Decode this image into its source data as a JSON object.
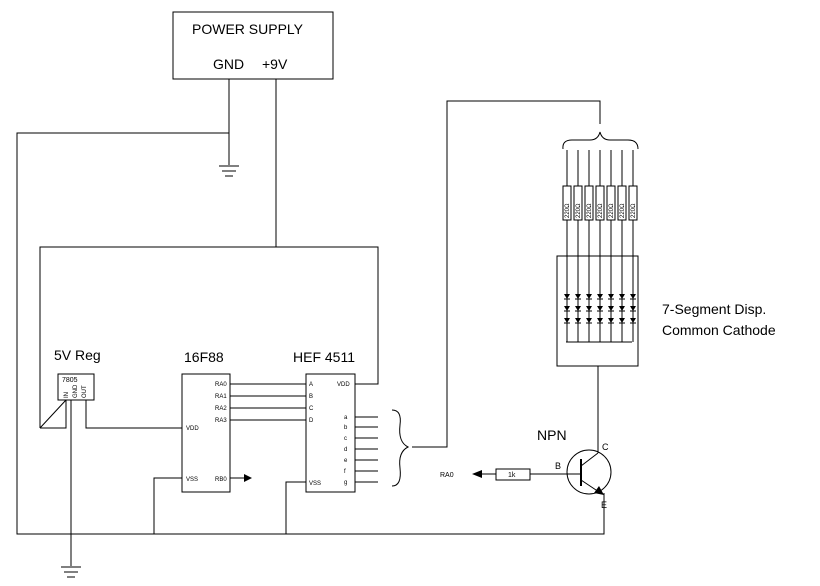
{
  "power_supply": {
    "title": "POWER SUPPLY",
    "gnd": "GND",
    "vplus": "+9V"
  },
  "regulator": {
    "label": "5V Reg",
    "part": "7805",
    "pins": [
      "IN",
      "GND",
      "OUT"
    ]
  },
  "mcu": {
    "label": "16F88",
    "left_pins": [
      "VDD",
      "VSS"
    ],
    "right_pins": [
      "RA0",
      "RA1",
      "RA2",
      "RA3",
      "RB0"
    ]
  },
  "decoder": {
    "label": "HEF 4511",
    "left_pins": [
      "A",
      "B",
      "C",
      "D",
      "VSS"
    ],
    "right_pins": [
      "VDD"
    ],
    "outputs": [
      "a",
      "b",
      "c",
      "d",
      "e",
      "f",
      "g"
    ]
  },
  "display": {
    "line1": "7-Segment Disp.",
    "line2": "Common Cathode"
  },
  "resistors": {
    "segment_value": "220Ω",
    "base_value": "1k"
  },
  "transistor": {
    "type": "NPN",
    "collector": "C",
    "base": "B",
    "emitter": "E",
    "base_signal": "RA0"
  }
}
